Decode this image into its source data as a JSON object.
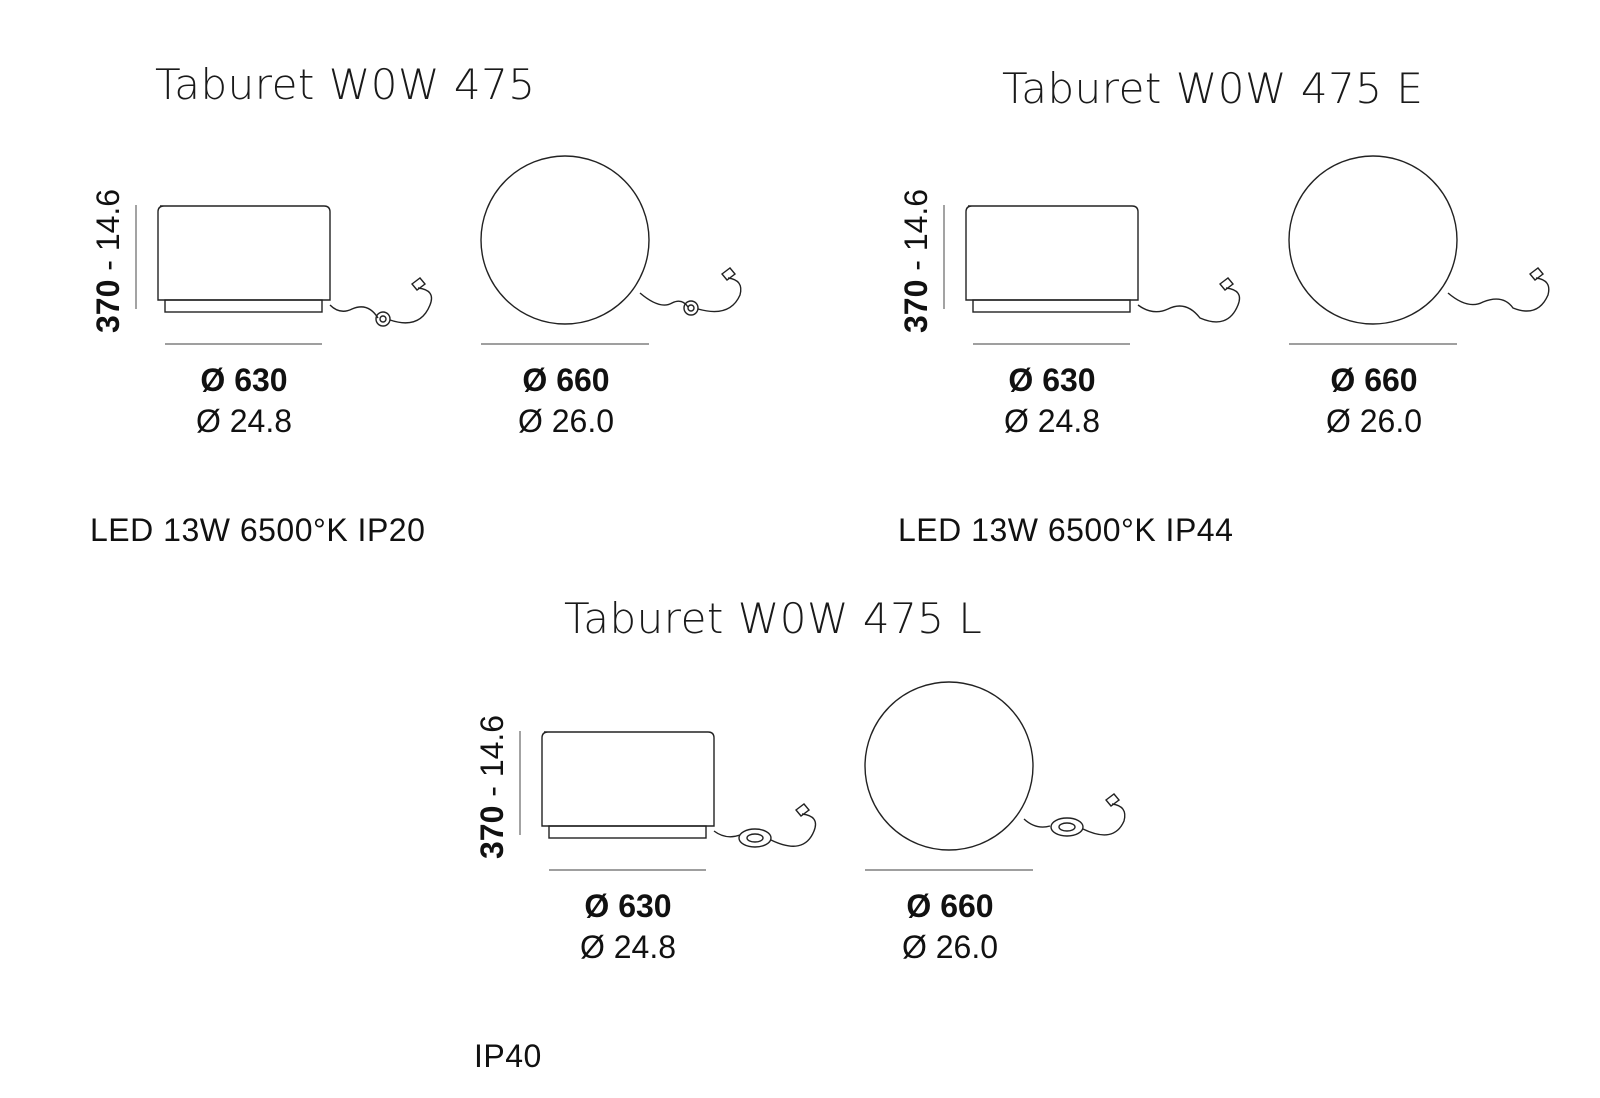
{
  "products": [
    {
      "title": "Taburet W0W 475",
      "height": {
        "mm": "370",
        "sep": " - ",
        "inch": "14.6"
      },
      "cube": {
        "mm": "Ø 630",
        "inch": "Ø 24.8"
      },
      "sphere": {
        "mm": "Ø 660",
        "inch": "Ø 26.0"
      },
      "spec": "LED 13W  6500°K  IP20"
    },
    {
      "title": "Taburet W0W 475 E",
      "height": {
        "mm": "370",
        "sep": " - ",
        "inch": "14.6"
      },
      "cube": {
        "mm": "Ø 630",
        "inch": "Ø 24.8"
      },
      "sphere": {
        "mm": "Ø 660",
        "inch": "Ø 26.0"
      },
      "spec": "LED 13W  6500°K  IP44"
    },
    {
      "title": "Taburet W0W 475 L",
      "height": {
        "mm": "370",
        "sep": " - ",
        "inch": "14.6"
      },
      "cube": {
        "mm": "Ø 630",
        "inch": "Ø 24.8"
      },
      "sphere": {
        "mm": "Ø 660",
        "inch": "Ø 26.0"
      },
      "spec": "IP40"
    }
  ],
  "icons": {
    "stool": "stool-side-view-icon",
    "sphere": "sphere-lamp-icon",
    "plug": "power-plug-icon",
    "switch": "inline-switch-icon"
  }
}
